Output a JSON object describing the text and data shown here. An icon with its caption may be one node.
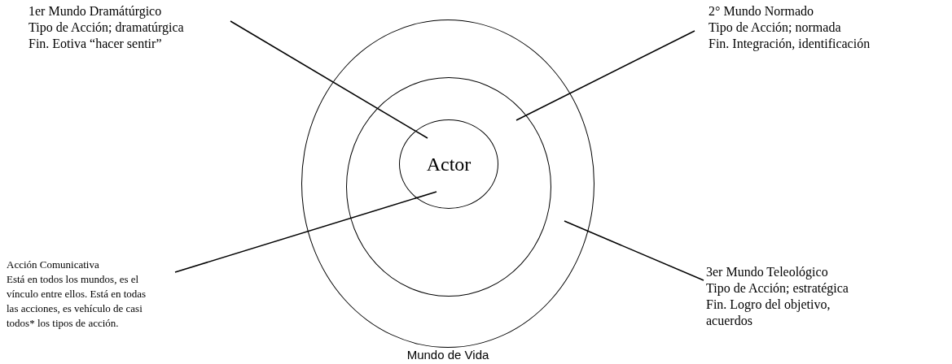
{
  "diagram": {
    "nodes": [
      {
        "text": [],
        "shape": "circle",
        "beside": [
          "Mundo de Vida"
        ]
      },
      {
        "text": [],
        "shape": "circle",
        "in": 0
      },
      {
        "text": [
          "Actor"
        ],
        "in": 1
      },
      {
        "text": [
          "1er Mundo Dramátúrgico",
          "Tipo de Acción; dramatúrgica",
          "Fin. Eotiva “hacer sentir”"
        ]
      },
      {
        "text": [
          "2° Mundo Normado",
          "Tipo de Acción; normada",
          "Fin. Integración, identificación"
        ]
      },
      {
        "text": [
          "Acción Comunicativa",
          "Está en todos los mundos, es el vínculo entre ellos. Está en todas las acciones, es vehículo de casi todos* los tipos de acción."
        ]
      },
      {
        "text": [
          "3er Mundo Teleológico",
          "Tipo de Acción; estratégica",
          "Fin. Logro del objetivo, acuerdos"
        ]
      }
    ],
    "edges": [
      {
        "from": 3,
        "to": 2,
        "arrow": "none"
      },
      {
        "from": 4,
        "to": 1,
        "arrow": "none"
      },
      {
        "from": 5,
        "to": 2,
        "arrow": "none"
      },
      {
        "from": 6,
        "to": 0,
        "arrow": "none"
      }
    ]
  }
}
